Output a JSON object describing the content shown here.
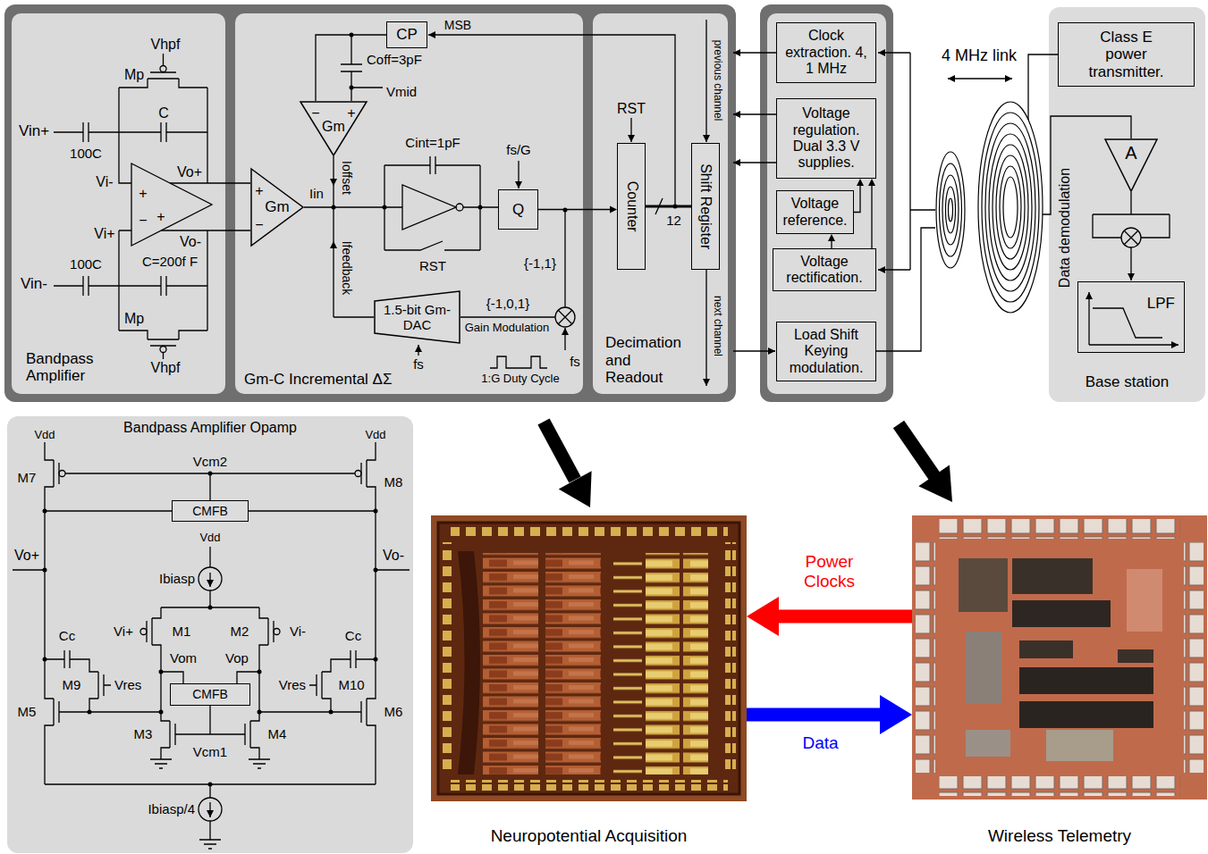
{
  "diagram": {
    "nodes": [
      {
        "text": [
          "Bandpass Amplifier"
        ]
      },
      {
        "text": [
          "Gm-C Incremental ΔΣ"
        ]
      },
      {
        "text": [
          "CP"
        ],
        "in": 1
      },
      {
        "text": [
          "Gm"
        ],
        "in": 1
      },
      {
        "text": [
          "Gm"
        ],
        "in": 1
      },
      {
        "text": [
          "Q"
        ],
        "in": 1
      },
      {
        "text": [
          "1.5-bit Gm-DAC"
        ],
        "in": 1
      },
      {
        "text": [
          "Decimation and Readout"
        ]
      },
      {
        "text": [
          "Counter"
        ],
        "in": 7
      },
      {
        "text": [
          "Shift Register"
        ],
        "in": 7
      },
      {
        "text": [
          "Clock extraction. 4, 1 MHz"
        ]
      },
      {
        "text": [
          "Voltage regulation. Dual 3.3 V supplies."
        ]
      },
      {
        "text": [
          "Voltage reference."
        ]
      },
      {
        "text": [
          "Voltage rectification."
        ]
      },
      {
        "text": [
          "Load Shift Keying modulation."
        ]
      },
      {
        "text": [
          "Base station"
        ]
      },
      {
        "text": [
          "Class E power transmitter."
        ],
        "in": 15
      },
      {
        "text": [
          "A"
        ],
        "in": 15
      },
      {
        "text": [
          "LPF"
        ],
        "in": 15
      },
      {
        "text": [
          "Bandpass Amplifier Opamp"
        ]
      },
      {
        "text": [
          "CMFB"
        ],
        "in": 19
      },
      {
        "text": [
          "CMFB"
        ],
        "in": 19
      },
      {
        "text": [
          "Neuropotential Acquisition"
        ]
      },
      {
        "text": [
          "Wireless Telemetry"
        ]
      }
    ],
    "edges": [
      {
        "from": 5,
        "to": 8,
        "arrow": "to"
      },
      {
        "from": 8,
        "to": 9,
        "arrow": "none",
        "label": "12"
      },
      {
        "from": 12,
        "to": 11,
        "arrow": "to"
      },
      {
        "from": 13,
        "to": 11,
        "arrow": "to"
      },
      {
        "from": 13,
        "to": 12,
        "arrow": "to"
      },
      {
        "from": 23,
        "to": 22,
        "arrow": "to",
        "label": "Power Clocks"
      },
      {
        "from": 22,
        "to": 23,
        "arrow": "to",
        "label": "Data"
      },
      {
        "from": 2,
        "to": 3,
        "arrow": "none"
      }
    ],
    "labels": [
      "Vhpf",
      "Mp",
      "C",
      "Vin+",
      "100C",
      "Vi-",
      "+",
      "−",
      "+",
      "Vo+",
      "Vo-",
      "Vi+",
      "100C",
      "C=200f F",
      "Vin-",
      "Mp",
      "Vhpf",
      "−",
      "+",
      "Coff=3pF",
      "Vmid",
      "+",
      "−",
      "Ioffset",
      "Iin",
      "Cint=1pF",
      "RST",
      "fs/G",
      "{-1,1}",
      "Ifeedback",
      "{-1,0,1}",
      "Gain Modulation",
      "fs",
      "fs",
      "1:G Duty Cycle",
      "MSB",
      "RST",
      "previous channel",
      "next channel",
      "4 MHz link",
      "Data demodulation",
      "Vdd",
      "Vdd",
      "M7",
      "Vcm2",
      "M8",
      "Vdd",
      "Vo+",
      "Vo-",
      "Ibiasp",
      "Vi+",
      "M1",
      "M2",
      "Vi-",
      "Cc",
      "Cc",
      "Vom",
      "Vop",
      "M9",
      "Vres",
      "Vres",
      "M10",
      "M5",
      "M6",
      "M3",
      "M4",
      "Vcm1",
      "Ibiasp/4"
    ]
  }
}
